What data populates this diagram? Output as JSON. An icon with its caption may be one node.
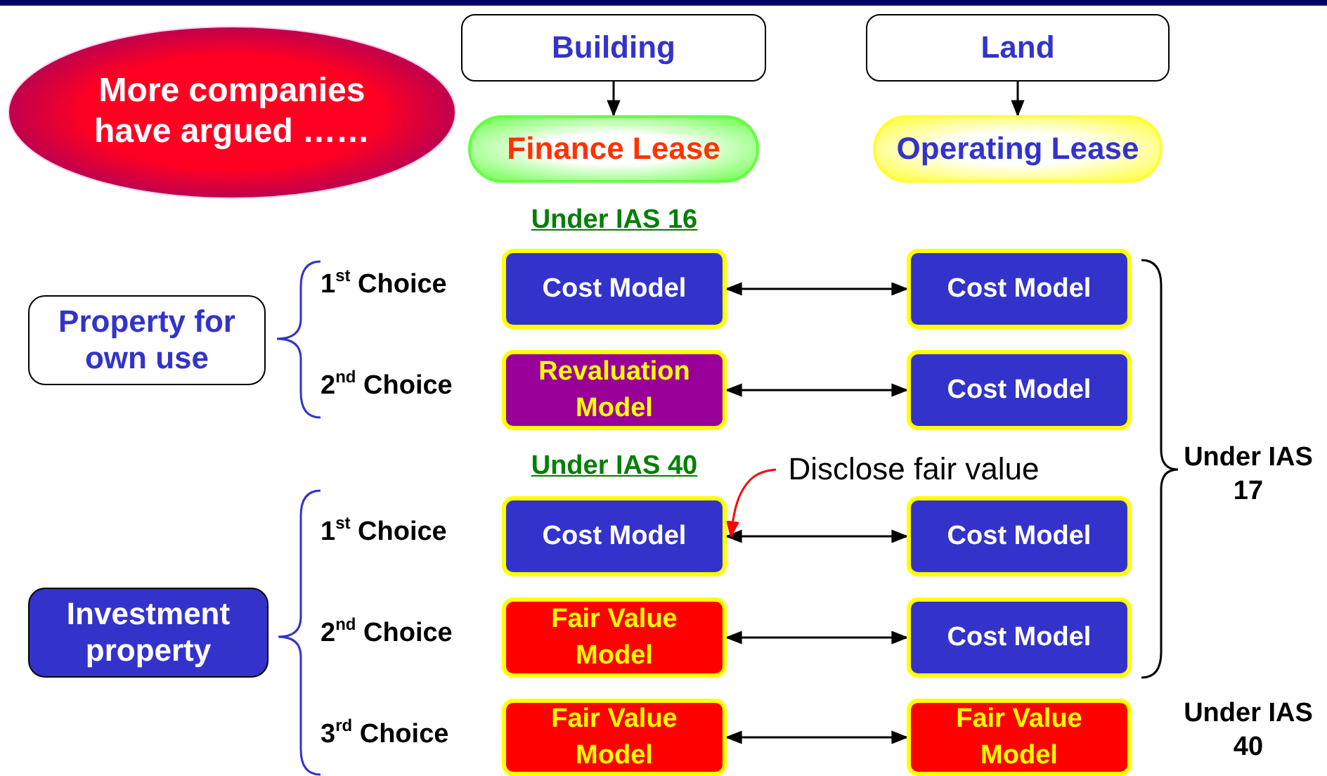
{
  "diagram": {
    "nodes": [
      {
        "text": [
          "More companies have argued ……"
        ]
      },
      {
        "text": [
          "Building"
        ]
      },
      {
        "text": [
          "Land"
        ]
      },
      {
        "text": [
          "Finance Lease"
        ]
      },
      {
        "text": [
          "Operating Lease"
        ]
      },
      {
        "text": [
          "Property for own use"
        ]
      },
      {
        "text": [
          "Investment property"
        ]
      },
      {
        "text": [
          "Cost Model"
        ]
      },
      {
        "text": [
          "Cost Model"
        ]
      },
      {
        "text": [
          "Revaluation Model"
        ]
      },
      {
        "text": [
          "Cost Model"
        ]
      },
      {
        "text": [
          "Cost Model"
        ]
      },
      {
        "text": [
          "Cost Model"
        ]
      },
      {
        "text": [
          "Fair Value Model"
        ]
      },
      {
        "text": [
          "Cost Model"
        ]
      },
      {
        "text": [
          "Fair Value Model"
        ]
      },
      {
        "text": [
          "Fair Value Model"
        ]
      },
      {
        "text": [
          "Disclose fair value"
        ]
      }
    ],
    "edges": [
      {
        "from": 1,
        "to": 3,
        "arrow": "to"
      },
      {
        "from": 2,
        "to": 4,
        "arrow": "to"
      },
      {
        "from": 7,
        "to": 8,
        "arrow": "both"
      },
      {
        "from": 9,
        "to": 10,
        "arrow": "both"
      },
      {
        "from": 11,
        "to": 12,
        "arrow": "both"
      },
      {
        "from": 13,
        "to": 14,
        "arrow": "both"
      },
      {
        "from": 15,
        "to": 16,
        "arrow": "both"
      },
      {
        "from": 17,
        "to": 11,
        "arrow": "to",
        "color": "#ff0000"
      }
    ],
    "labels": [
      "Under IAS 16",
      "1$^{st}$ Choice",
      "2$^{nd}$ Choice",
      "Under IAS 40",
      "Under IAS 17",
      "1$^{st}$ Choice",
      "2$^{nd}$ Choice",
      "3$^{rd}$ Choice",
      "Under IAS 40"
    ]
  }
}
